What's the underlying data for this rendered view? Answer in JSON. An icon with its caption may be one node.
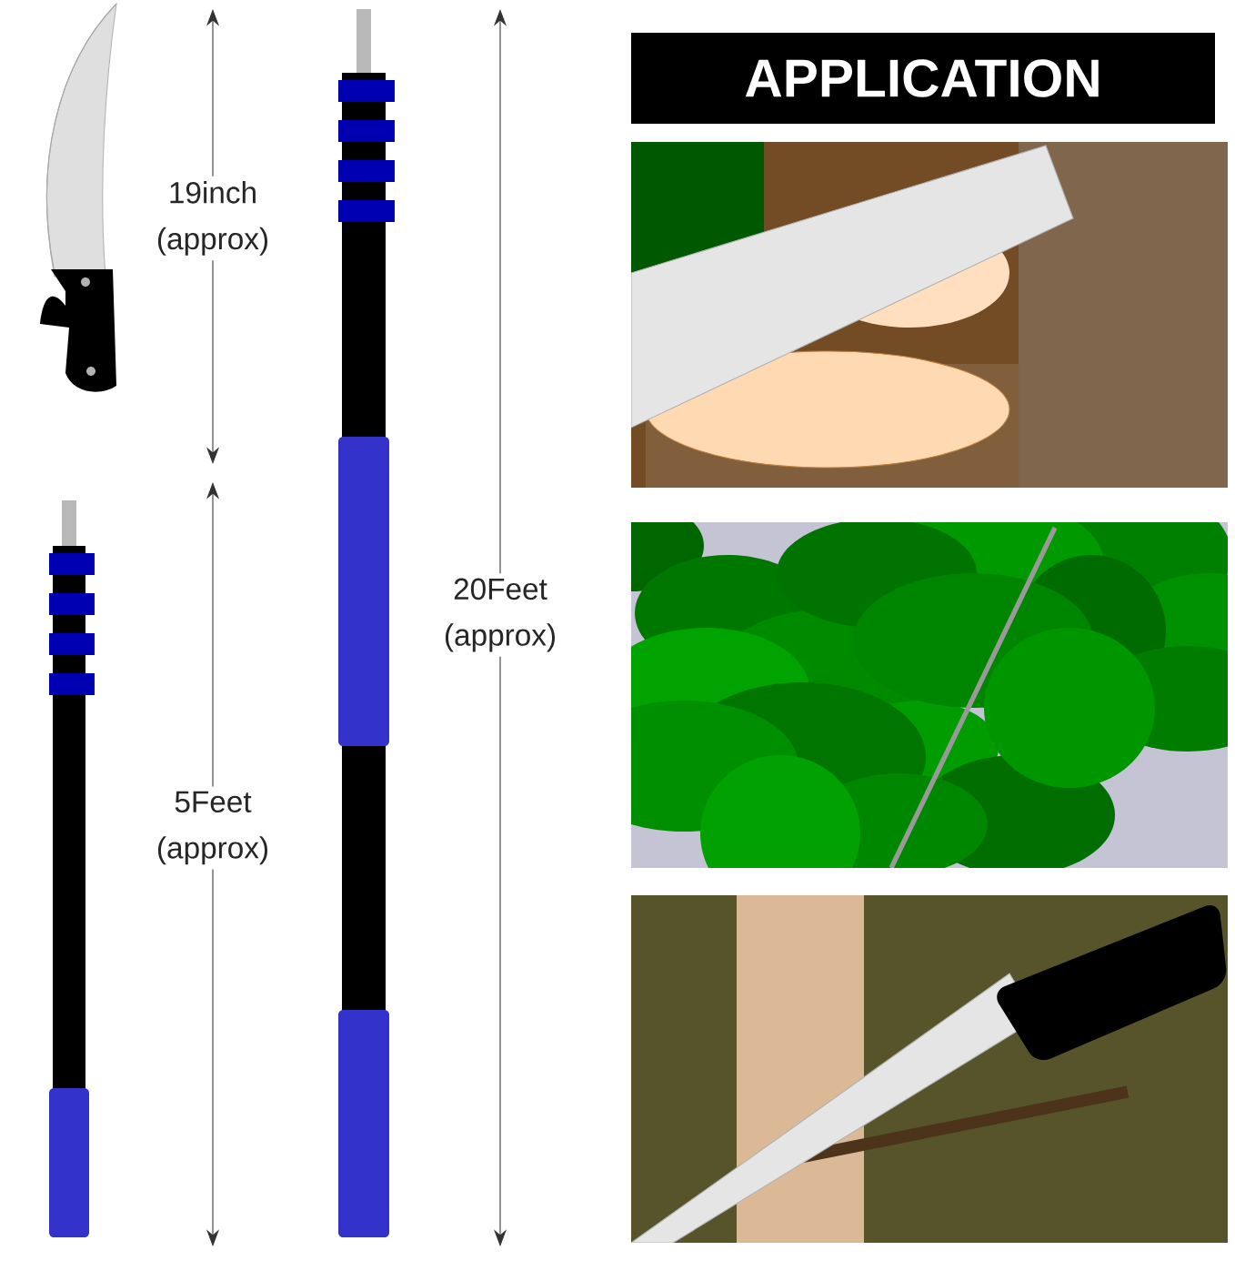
{
  "diagram": {
    "title": "APPLICATION",
    "labels": [
      "19inch (approx)",
      "20Feet (approx)",
      "5Feet (approx)"
    ]
  }
}
